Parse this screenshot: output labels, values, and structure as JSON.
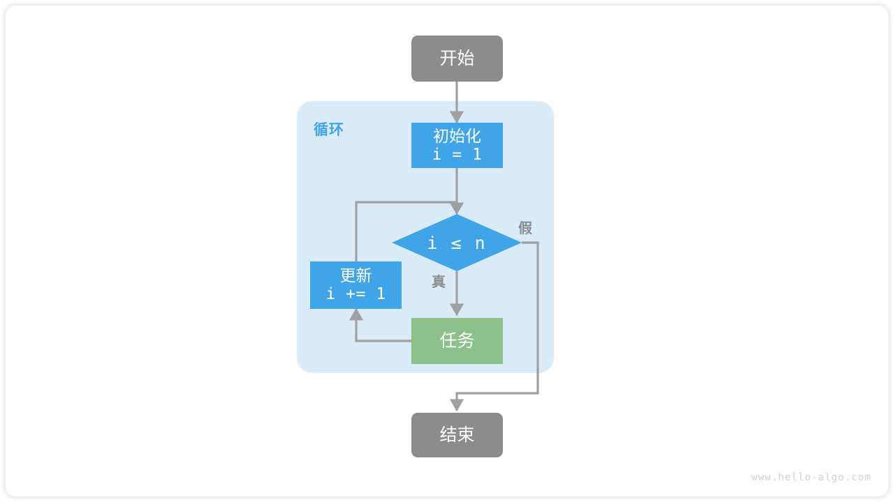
{
  "diagram": {
    "title_watermark": "www.hello-algo.com",
    "colors": {
      "terminal": "#8c8c8c",
      "process_blue": "#40a4e8",
      "process_green": "#8cc08a",
      "loop_panel": "#d9eaf8",
      "connector": "#a0a0a0",
      "text_light": "#ffffff",
      "label_gray": "#8c8c8c",
      "watermark": "#cfcfcf",
      "page_background": "#ffffff"
    },
    "nodes": {
      "start": {
        "label": "开始",
        "shape": "terminal"
      },
      "init": {
        "label_line1": "初始化",
        "label_line2": "i = 1",
        "shape": "process"
      },
      "condition": {
        "label": "i ≤ n",
        "shape": "decision"
      },
      "update": {
        "label_line1": "更新",
        "label_line2": "i += 1",
        "shape": "process"
      },
      "task": {
        "label": "任务",
        "shape": "process"
      },
      "end": {
        "label": "结束",
        "shape": "terminal"
      }
    },
    "group": {
      "loop_label": "循环"
    },
    "edge_labels": {
      "true_branch": "真",
      "false_branch": "假"
    }
  }
}
